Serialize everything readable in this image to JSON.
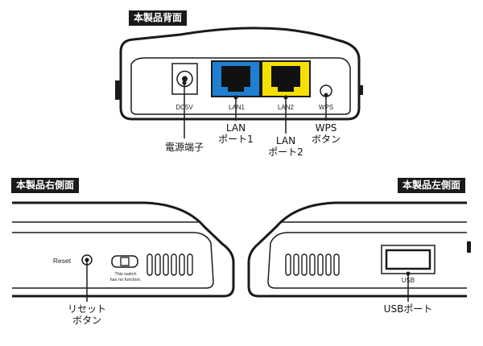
{
  "headers": {
    "back": "本製品背面",
    "right": "本製品右側面",
    "left": "本製品左側面"
  },
  "back_panel": {
    "dc_label": "DC5V",
    "lan1_label": "LAN1",
    "lan2_label": "LAN2",
    "wps_label": "WPS"
  },
  "right_panel": {
    "reset_label": "Reset",
    "switch_note_line1": "This switch",
    "switch_note_line2": "has no function."
  },
  "left_panel": {
    "usb_label": "USB"
  },
  "callouts": {
    "power": "電源端子",
    "lan1_line1": "LAN",
    "lan1_line2": "ポート1",
    "lan2_line1": "LAN",
    "lan2_line2": "ポート2",
    "wps_line1": "WPS",
    "wps_line2": "ボタン",
    "reset_line1": "リセット",
    "reset_line2": "ボタン",
    "usb": "USBポート"
  },
  "colors": {
    "lan1_port": "#1f7fd0",
    "lan2_port": "#f5e000",
    "ink": "#1a1a1a"
  }
}
